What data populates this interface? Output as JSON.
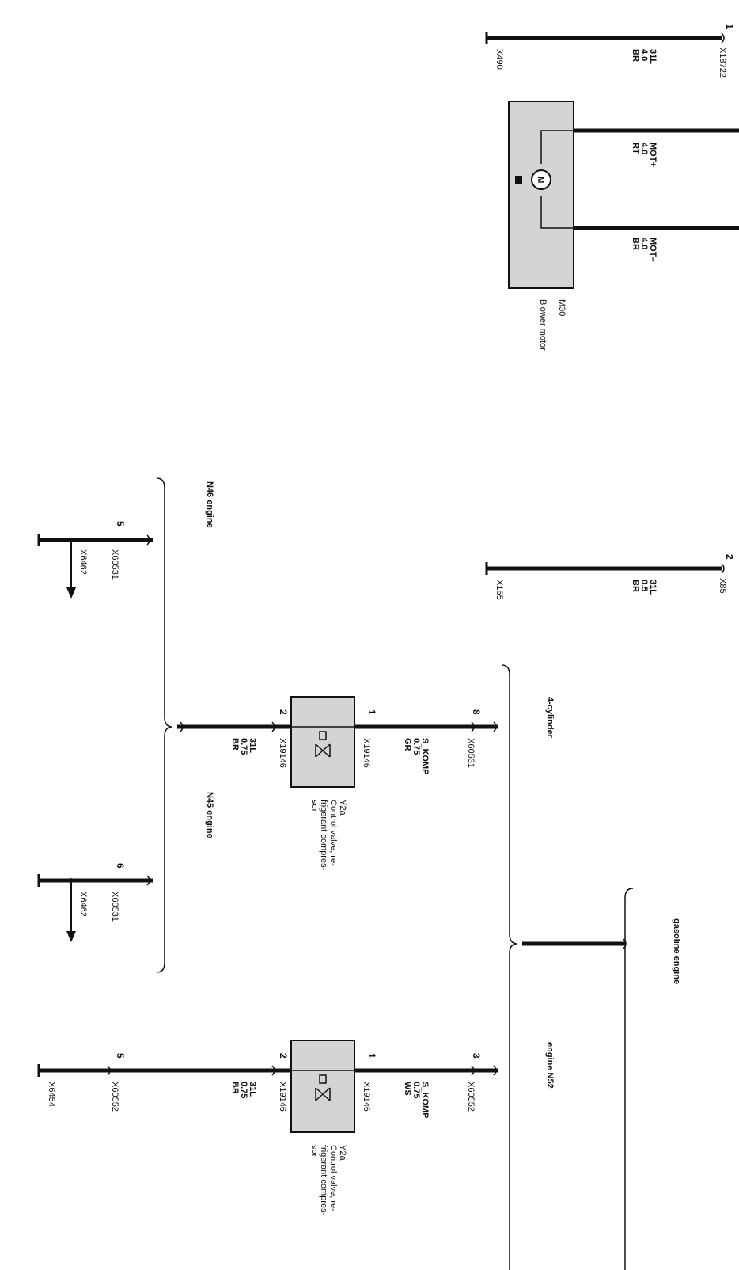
{
  "top_wire": {
    "pin": "1",
    "connector": "X18722",
    "signal": "31L",
    "gauge": "4.0",
    "color": "BR",
    "ground": "X490"
  },
  "blower": {
    "id": "M30",
    "name": "Blower motor",
    "mot_plus": {
      "signal": "MOT+",
      "gauge": "4.0",
      "color": "RT"
    },
    "mot_minus": {
      "signal": "MOT–",
      "gauge": "4.0",
      "color": "BR"
    }
  },
  "mid_wire": {
    "pin": "2",
    "connector": "X85",
    "signal": "31L",
    "gauge": "0.5",
    "color": "BR",
    "ground": "X165"
  },
  "gasoline_label": "gasoline engine",
  "four_cyl": {
    "label": "4-cylinder",
    "pin_in": "8",
    "conn_in": "X60531",
    "sig_in": {
      "signal": "S_KOMP",
      "gauge": "0.75",
      "color": "GR"
    },
    "valve_pin1": "1",
    "valve_pin2": "2",
    "valve_conn1": "X19146",
    "valve_conn2": "X19146",
    "sig_out": {
      "signal": "31L",
      "gauge": "0.75",
      "color": "BR"
    },
    "valve_id": "Y2a",
    "valve_name_1": "Control valve, re-",
    "valve_name_2": "frigerant compres-",
    "valve_name_3": "sor",
    "n46_label": "N46 engine",
    "n46_pin": "5",
    "n46_conn": "X60531",
    "n46_ground": "X6462",
    "n45_label": "N45 engine",
    "n45_pin": "6",
    "n45_conn": "X60531",
    "n45_ground": "X6462"
  },
  "n52": {
    "label": "engine N52",
    "pin_in": "3",
    "conn_in": "X60552",
    "sig_in": {
      "signal": "S_KOMP",
      "gauge": "0.75",
      "color": "WS"
    },
    "valve_pin1": "1",
    "valve_pin2": "2",
    "valve_conn1": "X19146",
    "valve_conn2": "X19146",
    "sig_out": {
      "signal": "31L",
      "gauge": "0.75",
      "color": "BR"
    },
    "valve_id": "Y2a",
    "valve_name_1": "Control valve, re-",
    "valve_name_2": "frigerant compres-",
    "valve_name_3": "sor",
    "out_pin": "5",
    "out_conn": "X60552",
    "ground": "X6454"
  }
}
